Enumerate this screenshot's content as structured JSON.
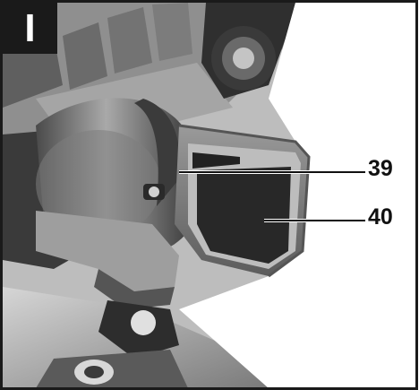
{
  "figure": {
    "panel_label": "I",
    "callouts": [
      {
        "id": "39",
        "label": "39"
      },
      {
        "id": "40",
        "label": "40"
      }
    ]
  },
  "colors": {
    "background": "#ffffff",
    "frame": "#1a1a1a",
    "metal_dark": "#2b2b2b",
    "metal_mid": "#6e6e6e",
    "metal_light": "#b8b8b8"
  }
}
